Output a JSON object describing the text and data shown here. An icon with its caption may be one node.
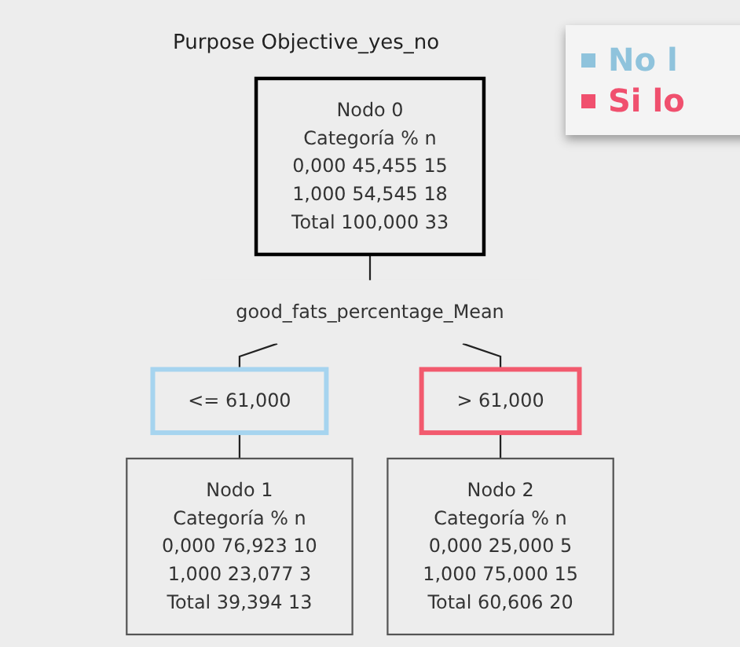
{
  "diagram": {
    "title": "Purpose Objective_yes_no",
    "nodes": [
      {
        "text": [
          "Nodo 0",
          "Categoría % n",
          "0,000 45,455 15",
          "1,000 54,545 18",
          "Total 100,000 33"
        ]
      },
      {
        "text": [
          "good_fats_percentage_Mean"
        ]
      },
      {
        "text": [
          "<= 61,000"
        ]
      },
      {
        "text": [
          "> 61,000"
        ]
      },
      {
        "text": [
          "Nodo 1",
          "Categoría % n",
          "0,000 76,923 10",
          "1,000 23,077 3",
          "Total 39,394 13"
        ]
      },
      {
        "text": [
          "Nodo 2",
          "Categoría % n",
          "0,000 25,000 5",
          "1,000 75,000 15",
          "Total 60,606 20"
        ]
      }
    ],
    "edges": [
      {
        "from": 0,
        "to": 1,
        "arrow": "none"
      },
      {
        "from": 1,
        "to": 2,
        "arrow": "none"
      },
      {
        "from": 1,
        "to": 3,
        "arrow": "none"
      },
      {
        "from": 2,
        "to": 4,
        "arrow": "none"
      },
      {
        "from": 3,
        "to": 5,
        "arrow": "none"
      }
    ],
    "legend": [
      {
        "text": "No l",
        "color": "#8fc3dc"
      },
      {
        "text": "Si lo",
        "color": "#f0506e"
      }
    ]
  }
}
